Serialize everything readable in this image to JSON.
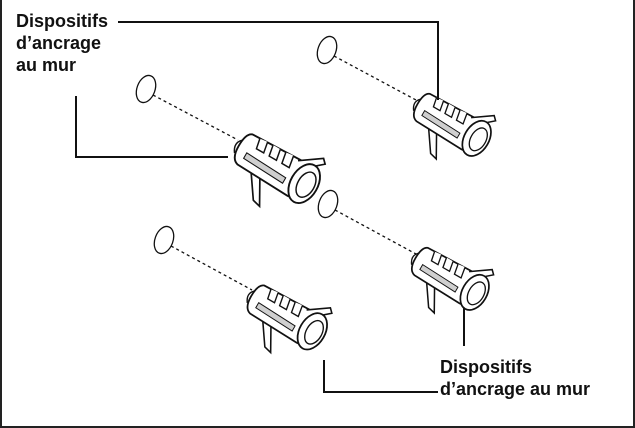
{
  "labels": {
    "top_left": {
      "lines": [
        "Dispositifs",
        "d’ancrage",
        "au mur"
      ]
    },
    "bottom_right": {
      "lines": [
        "Dispositifs",
        "d’ancrage au mur"
      ]
    }
  },
  "colors": {
    "line": "#111111",
    "anchor_fill": "#ffffff",
    "shade": "#cfcfcf"
  }
}
